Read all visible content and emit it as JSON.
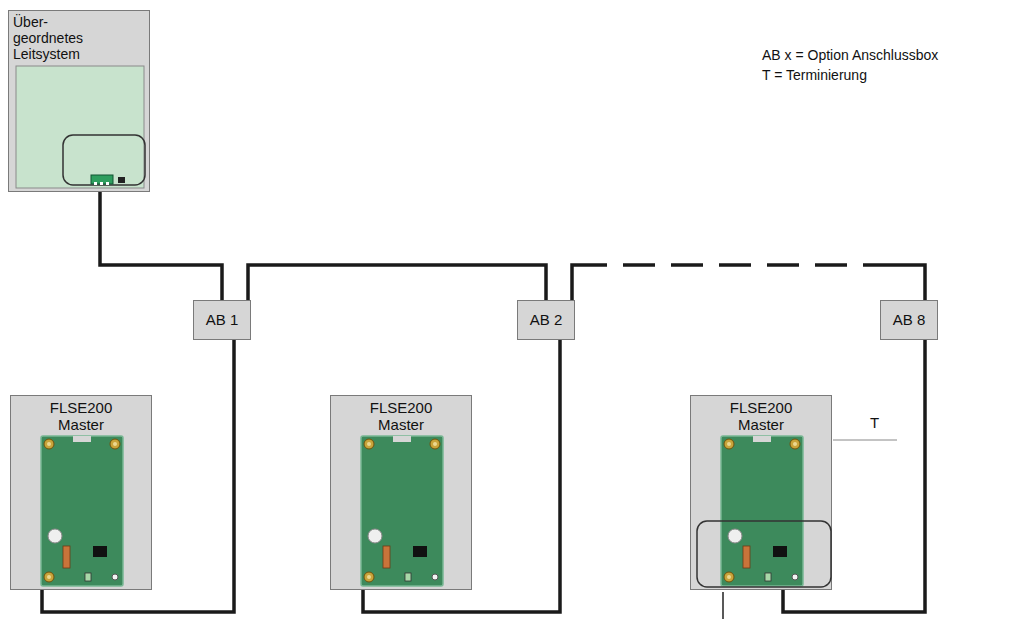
{
  "diagram": {
    "nodes": [
      {
        "text": [
          "Über- geordnetes Leitsystem"
        ]
      },
      {
        "text": [
          "AB 1"
        ]
      },
      {
        "text": [
          "AB 2"
        ]
      },
      {
        "text": [
          "AB 8"
        ]
      },
      {
        "text": [
          "FLSE200 Master"
        ]
      },
      {
        "text": [
          "FLSE200 Master"
        ]
      },
      {
        "text": [
          "FLSE200 Master"
        ]
      }
    ],
    "edges": [
      {
        "from": 0,
        "to": 1,
        "arrow": "none"
      },
      {
        "from": 1,
        "to": 2,
        "arrow": "none"
      },
      {
        "from": 2,
        "to": 3,
        "arrow": "none"
      },
      {
        "from": 1,
        "to": 4,
        "arrow": "none"
      },
      {
        "from": 2,
        "to": 5,
        "arrow": "none"
      },
      {
        "from": 3,
        "to": 6,
        "arrow": "none"
      }
    ],
    "labels": [
      "AB x = Option Anschlussbox",
      "T = Terminierung",
      "T"
    ]
  }
}
